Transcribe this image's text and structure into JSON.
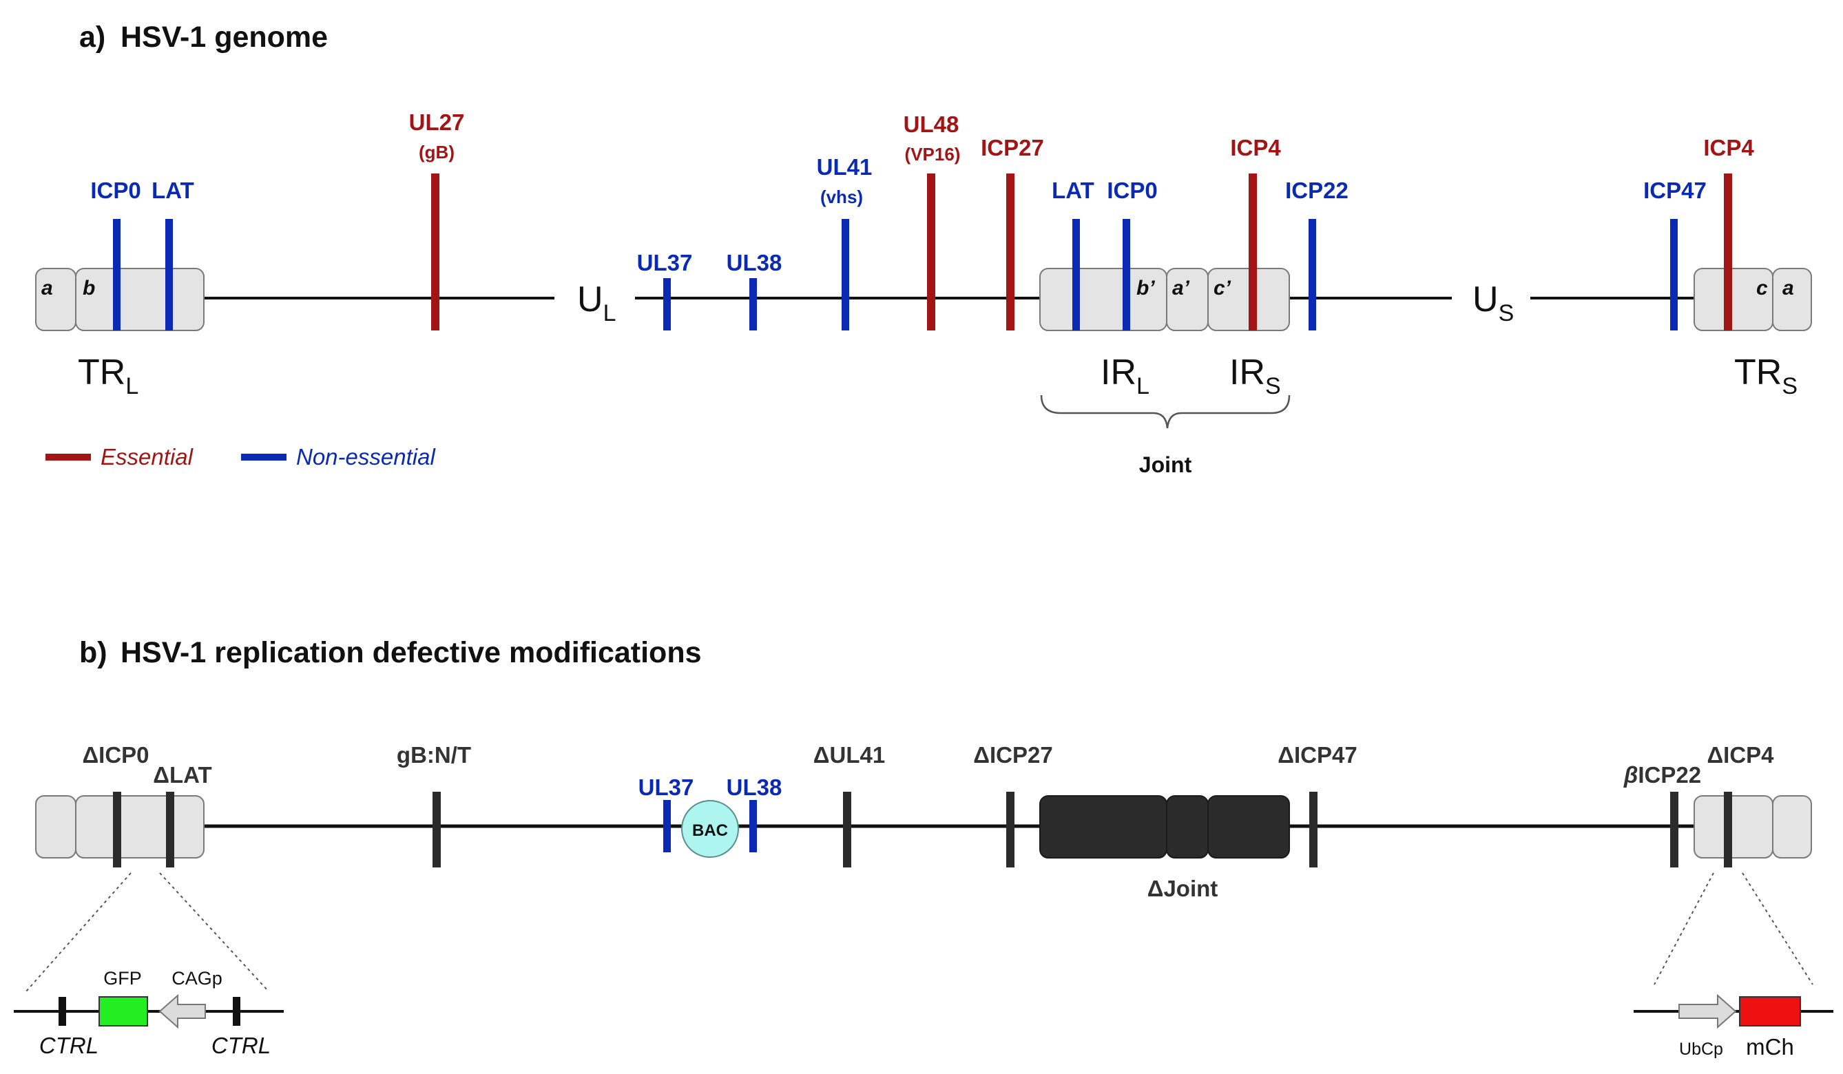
{
  "colors": {
    "essential": "#a31515",
    "non_essential": "#0a2ab5",
    "modified": "#2b2b2b",
    "gfp": "#22ee22",
    "mcherry": "#ee1111",
    "bac": "#aef5f0"
  },
  "panel_a": {
    "title_prefix": "a)",
    "title": "HSV-1 genome",
    "UL": "U",
    "UL_sub": "L",
    "US": "U",
    "US_sub": "S",
    "TRL": "TR",
    "TRL_sub": "L",
    "IRL": "IR",
    "IRL_sub": "L",
    "IRS": "IR",
    "IRS_sub": "S",
    "TRS": "TR",
    "TRS_sub": "S",
    "joint": "Joint",
    "segments": {
      "a": "a",
      "b": "b",
      "b_prime": "b’",
      "a_prime": "a’",
      "c_prime": "c’",
      "c": "c",
      "a_end": "a"
    },
    "genes": {
      "icp0_left": "ICP0",
      "lat_left": "LAT",
      "ul27": "UL27",
      "ul27_sub": "(gB)",
      "ul37": "UL37",
      "ul38": "UL38",
      "ul41": "UL41",
      "ul41_sub": "(vhs)",
      "ul48": "UL48",
      "ul48_sub": "(VP16)",
      "icp27": "ICP27",
      "lat_right": "LAT",
      "icp0_right": "ICP0",
      "icp4_mid": "ICP4",
      "icp22": "ICP22",
      "icp47": "ICP47",
      "icp4_right": "ICP4"
    },
    "legend": {
      "essential": "Essential",
      "non_essential": "Non-essential"
    }
  },
  "panel_b": {
    "title_prefix": "b)",
    "title": "HSV-1 replication defective modifications",
    "mods": {
      "d_icp0": "ΔICP0",
      "d_lat": "ΔLAT",
      "gb_nt": "gB:N/T",
      "ul37": "UL37",
      "ul38": "UL38",
      "bac": "BAC",
      "d_ul41": "ΔUL41",
      "d_icp27": "ΔICP27",
      "d_icp47": "ΔICP47",
      "d_joint": "ΔJoint",
      "b_icp22_prefix": "β",
      "b_icp22": "ICP22",
      "d_icp4": "ΔICP4"
    },
    "insert_left": {
      "gfp": "GFP",
      "cagp": "CAGp",
      "ctrl_left": "CTRL",
      "ctrl_right": "CTRL"
    },
    "insert_right": {
      "ubcp": "UbCp",
      "mch": "mCh"
    }
  }
}
